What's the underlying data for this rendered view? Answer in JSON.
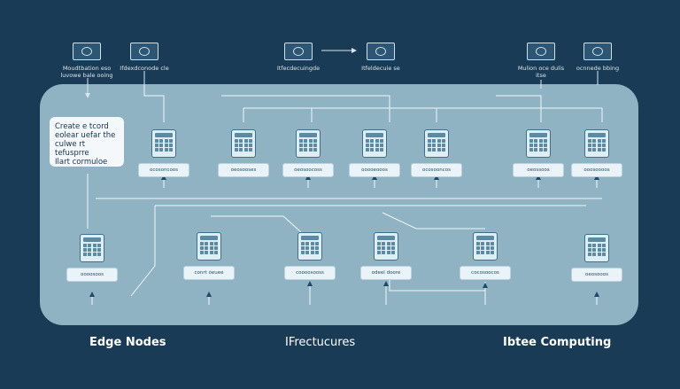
{
  "top_nodes": [
    {
      "label": "Moudtbation eso\nluvowe bale  ooing"
    },
    {
      "label": "Ifdexdconode cle"
    },
    {
      "label": "Itfecdecuingde"
    },
    {
      "label": "Itfeldecuie se"
    },
    {
      "label": "Mulion oce dulis\nitse"
    },
    {
      "label": "ocnnede bbing"
    }
  ],
  "callout": {
    "text": "Create e tcord\neolear uefar the\nculwe rt tefusprre\nIlart cormuloe"
  },
  "row1_nodes": [
    {
      "label": "ocosoncoos"
    },
    {
      "label": "oeosooses"
    },
    {
      "label": "oeosoocoss"
    },
    {
      "label": "ooooeooos"
    },
    {
      "label": "ocosooncos"
    },
    {
      "label": "oeossoos"
    },
    {
      "label": "ooosoooos"
    }
  ],
  "row2_nodes": [
    {
      "label": "oooosoos"
    },
    {
      "label": "conrt oeuee"
    },
    {
      "label": "coooosooss"
    },
    {
      "label": "odeel doore"
    },
    {
      "label": "cocosoocos"
    },
    {
      "label": "oeosooos"
    }
  ],
  "footer": {
    "left": "Edge Nodes",
    "center": "IFrectucures",
    "right": "Ibtee Computing"
  }
}
